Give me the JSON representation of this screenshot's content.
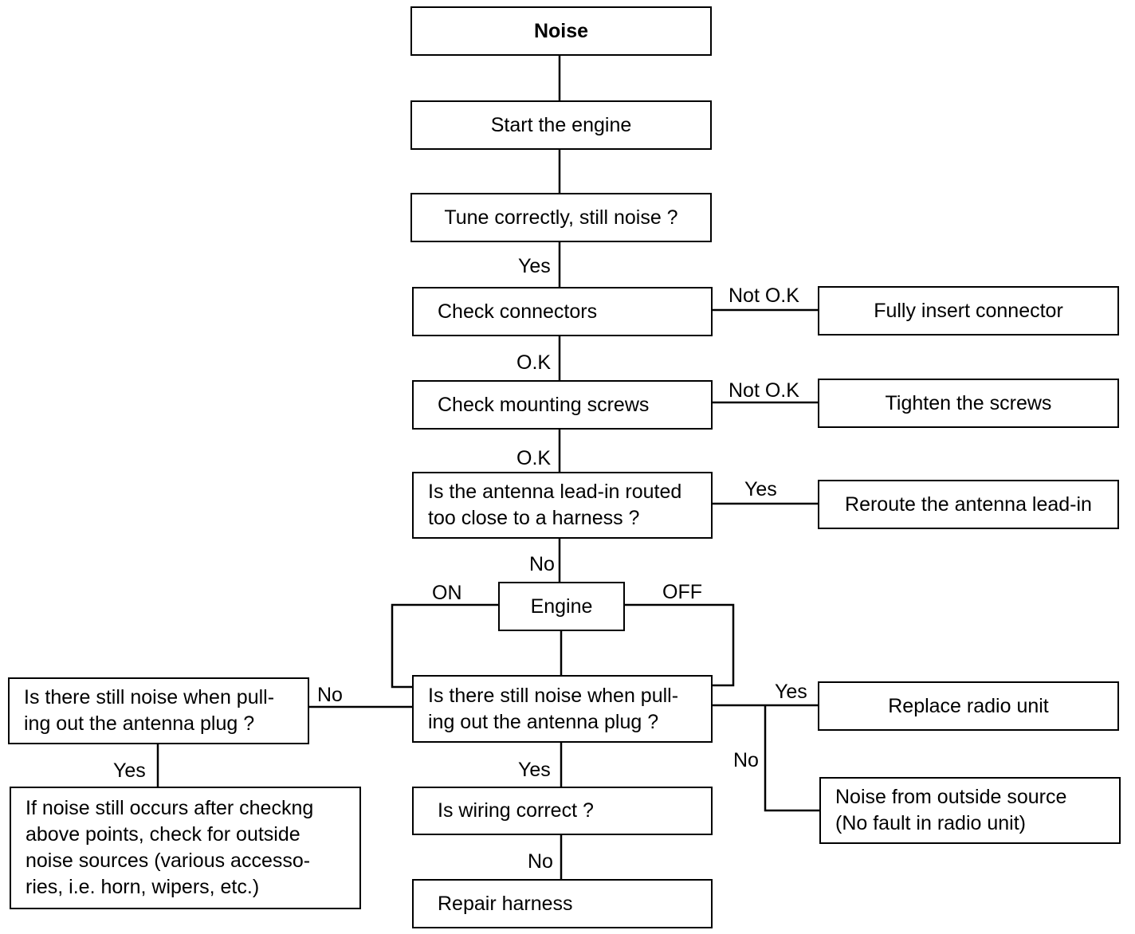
{
  "nodes": {
    "noise": "Noise",
    "start_engine": "Start the engine",
    "tune_correctly": "Tune correctly, still noise ?",
    "check_connectors": "Check connectors",
    "fully_insert": "Fully insert connector",
    "check_screws": "Check mounting screws",
    "tighten_screws": "Tighten the screws",
    "antenna_routed": "Is the antenna lead-in routed\ntoo close to a harness ?",
    "reroute_antenna": "Reroute the antenna lead-in",
    "engine": "Engine",
    "still_noise_main": "Is there still noise when pull-\ning out the antenna plug ?",
    "still_noise_left": "Is there still noise when pull-\ning out the antenna plug ?",
    "outside_check": "If noise still occurs after checkng\nabove points, check for outside\nnoise sources (various accesso-\nries, i.e. horn, wipers, etc.)",
    "replace_radio": "Replace radio unit",
    "outside_source": "Noise from outside source\n(No fault in radio unit)",
    "wiring_correct": "Is wiring correct ?",
    "repair_harness": "Repair harness"
  },
  "edge_labels": {
    "tune_yes": "Yes",
    "connectors_notok": "Not O.K",
    "connectors_ok": "O.K",
    "screws_notok": "Not O.K",
    "screws_ok": "O.K",
    "antenna_yes": "Yes",
    "antenna_no": "No",
    "engine_on": "ON",
    "engine_off": "OFF",
    "main_no": "No",
    "main_yes_right": "Yes",
    "main_no_right": "No",
    "main_yes_down": "Yes",
    "left_yes": "Yes",
    "wiring_no": "No"
  }
}
